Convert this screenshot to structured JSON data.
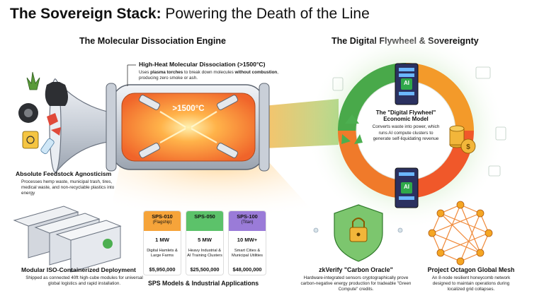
{
  "title": {
    "bold": "The Sovereign Stack:",
    "rest": " Powering the Death of the Line"
  },
  "left_heading": "The Molecular Dissociation Engine",
  "right_heading": "The Digital Flywheel & Sovereignty",
  "dissociation": {
    "heading": "High-Heat Molecular Dissociation (>1500°C)",
    "p1": "Uses ",
    "b1": "plasma torches",
    "p2": " to break down molecules ",
    "b2": "without combustion",
    "p3": ", producing zero smoke or ash."
  },
  "chamber_temp": ">1500°C",
  "feedstock": {
    "heading": "Absolute Feedstock Agnosticism",
    "body": "Processes hemp waste, municipal trash, tires, medical waste, and non-recyclable plastics into energy"
  },
  "flywheel": {
    "heading": "The \"Digital Flywheel\" Economic Model",
    "body": "Converts waste into power, which runs AI compute clusters to generate self-liquidating revenue",
    "ai_label": "AI"
  },
  "containers": {
    "heading": "Modular ISO-Containerized Deployment",
    "body": "Shipped as connected 40ft high-cube modules for universal global logistics and rapid installation."
  },
  "models": {
    "caption": "SPS Models & Industrial Applications",
    "cards": [
      {
        "name": "SPS-010",
        "tag": "(Flagship)",
        "mw": "1 MW",
        "app": "Digital Hamlets & Large Farms",
        "price": "$5,950,000",
        "color": "#f6a43a"
      },
      {
        "name": "SPS-050",
        "tag": "",
        "mw": "5 MW",
        "app": "Heavy Industrial & AI Training Clusters",
        "price": "$25,500,000",
        "color": "#5cc26a"
      },
      {
        "name": "SPS-100",
        "tag": "(Titan)",
        "mw": "10 MW+",
        "app": "Smart Cities & Municipal Utilities",
        "price": "$48,000,000",
        "color": "#9a7bd8"
      }
    ]
  },
  "zkverify": {
    "heading": "zkVerify \"Carbon Oracle\"",
    "body": "Hardware-integrated sensors cryptographically prove carbon-negative energy production for tradeable \"Green Compute\" credits."
  },
  "octagon": {
    "heading": "Project Octagon Global Mesh",
    "body": "An 8-node resilient honeycomb network designed to maintain operations during localized grid collapses."
  },
  "colors": {
    "orange": "#f28a2e",
    "green": "#5cb85c",
    "purple": "#6a5acd",
    "navy": "#2b3a67"
  }
}
